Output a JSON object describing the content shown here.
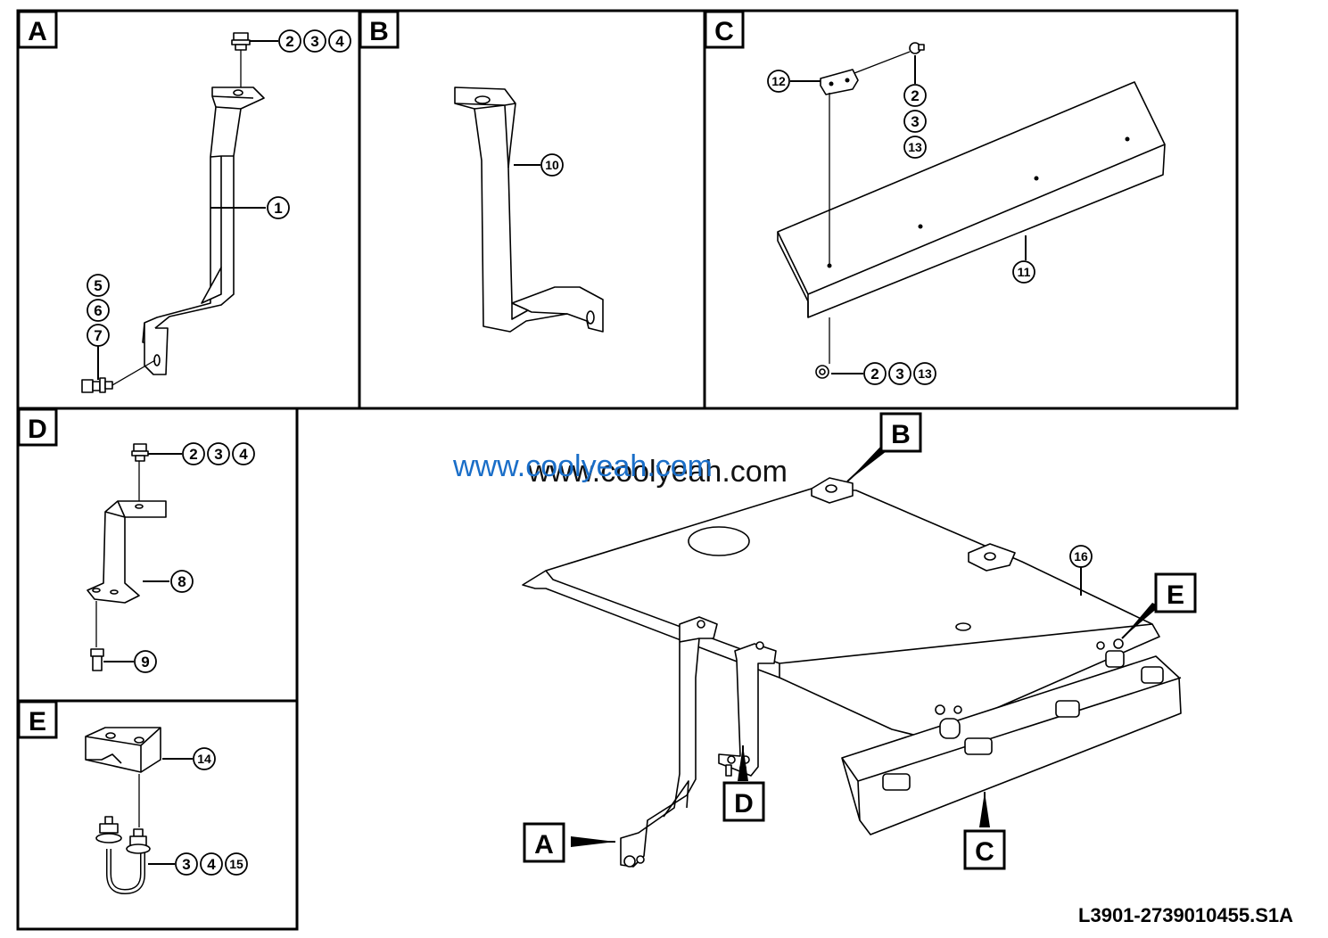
{
  "sections": {
    "a": "A",
    "b": "B",
    "c": "C",
    "d": "D",
    "e": "E"
  },
  "callouts": {
    "a_top": [
      "2",
      "3",
      "4"
    ],
    "a_bracket": "1",
    "a_bolt": [
      "5",
      "6",
      "7"
    ],
    "b_bracket": "10",
    "c_clip": "12",
    "c_fastener_top": [
      "2",
      "3",
      "13"
    ],
    "c_guard": "11",
    "c_fastener_bottom": [
      "2",
      "3",
      "13"
    ],
    "d_top": [
      "2",
      "3",
      "4"
    ],
    "d_bracket": "8",
    "d_bolt": "9",
    "e_block": "14",
    "e_ubolt": [
      "3",
      "4",
      "15"
    ],
    "main_plate": "16"
  },
  "main_view_labels": {
    "a": "A",
    "b": "B",
    "c": "C",
    "d": "D",
    "e": "E"
  },
  "watermarks": {
    "blue": "www.coolyeah.com",
    "black": "www.coolyeah.com"
  },
  "drawing_code": "L3901-2739010455.S1A"
}
